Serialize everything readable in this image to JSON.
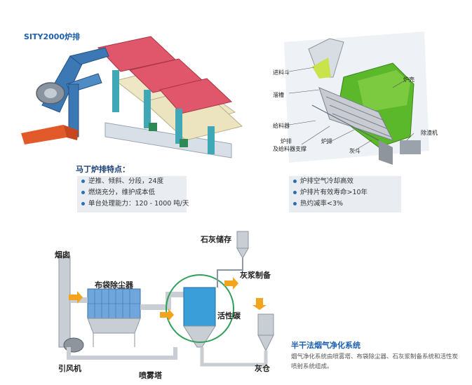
{
  "top_title": "SITY2000炉排",
  "features": {
    "title": "马丁炉排特点：",
    "left_items": [
      "逆推、倾斜、分段，24度",
      "燃烧充分，维护成本低",
      "单台处理能力：120 - 1000 吨/天"
    ],
    "right_items": [
      "炉排空气冷却高效",
      "炉排片有效寿命>10年",
      "热灼减率<3%"
    ]
  },
  "grate_labels": {
    "feed_hopper": "进料斗",
    "chute": "溜槽",
    "furnace_shell": "炉壳",
    "feeder": "给料器",
    "grate_and_feeder_support": [
      "炉排",
      "及给料器支撑"
    ],
    "grate": "炉排",
    "ash_hopper": "灰斗",
    "slag_remover": "除渣机"
  },
  "flue_labels": {
    "lime_storage": "石灰储存",
    "lime_slurry": "灰浆制备",
    "chimney": "烟囱",
    "bag_filter": "布袋除尘器",
    "activated_carbon": "活性碳",
    "induced_fan": "引风机",
    "spray_tower": "喷雾塔",
    "ash_silo": "灰仓"
  },
  "system": {
    "title": "半干法烟气净化系统",
    "description": "烟气净化系统由喷雾塔、布袋除尘器、石灰浆制备系统和活性炭喷射系统组成。"
  },
  "colors": {
    "title_blue": "#1d5fa8",
    "grate_red": "#e0566a",
    "frame_blue": "#3c78b4",
    "machine_green": "#5ab82a",
    "pipe_gray": "#c9ced4",
    "arrow_orange": "#f2a51c"
  }
}
